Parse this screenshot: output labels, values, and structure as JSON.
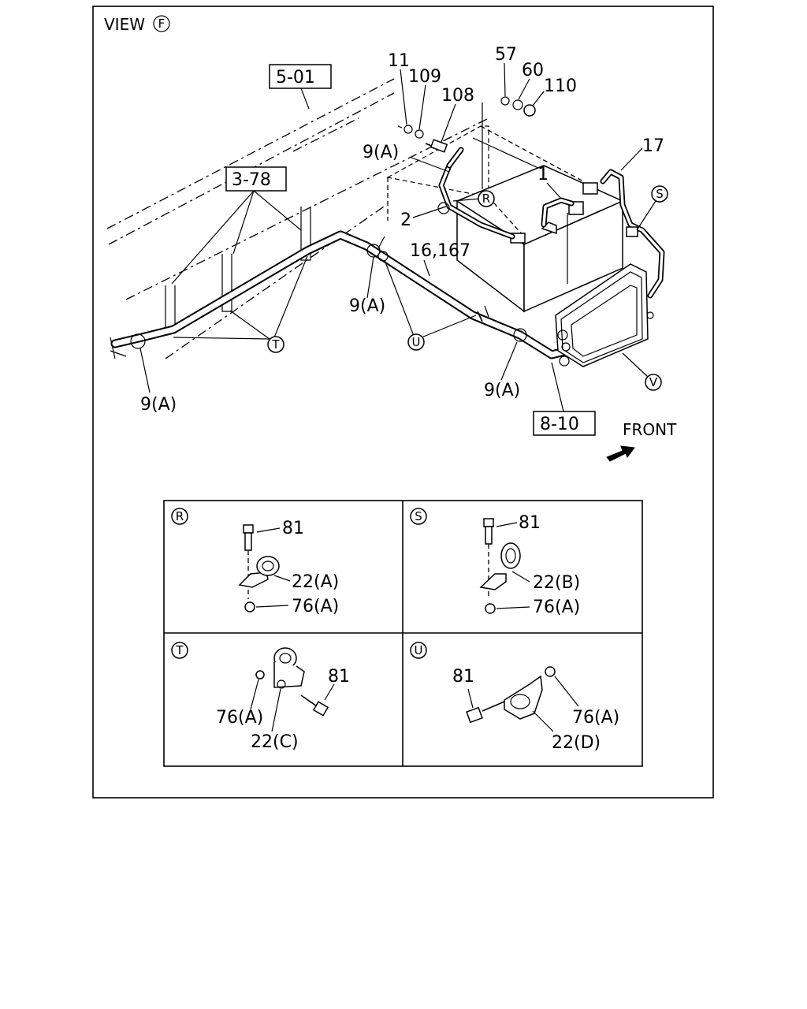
{
  "view_label": "VIEW",
  "view_letter": "F",
  "front_label": "FRONT",
  "ref_boxes": {
    "ref_5_01": "5-01",
    "ref_3_78": "3-78",
    "ref_8_10": "8-10"
  },
  "callouts": {
    "c11": "11",
    "c109": "109",
    "c108": "108",
    "c57": "57",
    "c60": "60",
    "c110": "110",
    "c17": "17",
    "c1": "1",
    "c9a_top": "9(A)",
    "c2": "2",
    "c16_167": "16,167",
    "c9a_mid": "9(A)",
    "c9a_left": "9(A)",
    "c9a_right": "9(A)"
  },
  "circle_letters": {
    "R": "R",
    "S": "S",
    "T": "T",
    "U": "U",
    "V": "V"
  },
  "detail_panels": {
    "R": {
      "letter": "R",
      "bolt": "81",
      "clip": "22(A)",
      "nut": "76(A)"
    },
    "S": {
      "letter": "S",
      "bolt": "81",
      "clip": "22(B)",
      "nut": "76(A)"
    },
    "T": {
      "letter": "T",
      "bolt": "81",
      "clip": "22(C)",
      "nut": "76(A)"
    },
    "U": {
      "letter": "U",
      "bolt": "81",
      "clip": "22(D)",
      "nut": "76(A)"
    }
  }
}
